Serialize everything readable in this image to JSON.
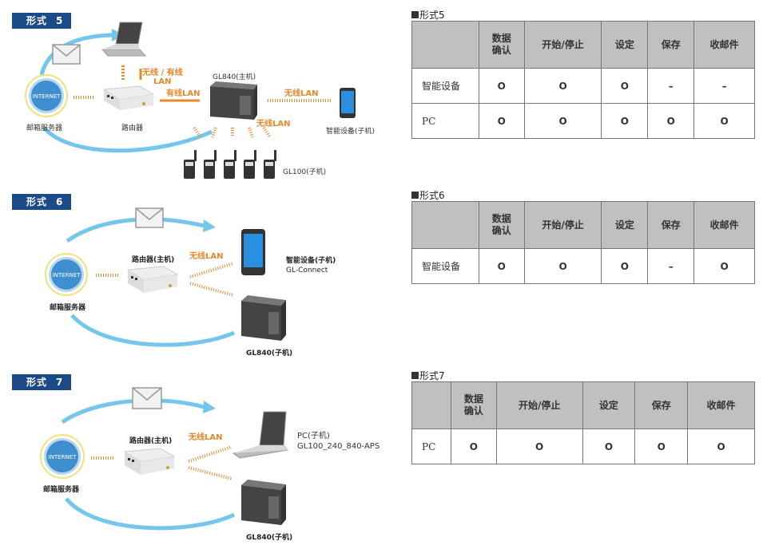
{
  "patterns": [
    {
      "id": "5",
      "badge": {
        "label": "形式",
        "number": "5"
      },
      "diagram": {
        "mail_server": "邮箱服务器",
        "internet": "INTERNET",
        "router": "路由器",
        "main_unit": "GL840(主机)",
        "link_pc": {
          "line1": "无线 / 有线",
          "line2": "LAN"
        },
        "link_wired": "有线LAN",
        "link_phone": "无线LAN",
        "link_gl100": "无线LAN",
        "phone": "智能设备(子机)",
        "gl100": "GL100(子机)"
      },
      "table": {
        "title": "形式5",
        "headers": [
          "",
          "数据\n确认",
          "开始/停止",
          "设定",
          "保存",
          "收邮件"
        ],
        "rows": [
          {
            "device": "智能设备",
            "values": [
              "O",
              "O",
              "O",
              "–",
              "–"
            ]
          },
          {
            "device": "PC",
            "values": [
              "O",
              "O",
              "O",
              "O",
              "O"
            ]
          }
        ]
      }
    },
    {
      "id": "6",
      "badge": {
        "label": "形式",
        "number": "6"
      },
      "diagram": {
        "mail_server": "邮箱服务器",
        "internet": "INTERNET",
        "router": "路由器(主机)",
        "link": "无线LAN",
        "phone_line1": "智能设备(子机)",
        "phone_line2": "GL-Connect",
        "gl840": "GL840(子机)"
      },
      "table": {
        "title": "形式6",
        "headers": [
          "",
          "数据\n确认",
          "开始/停止",
          "设定",
          "保存",
          "收邮件"
        ],
        "rows": [
          {
            "device": "智能设备",
            "values": [
              "O",
              "O",
              "O",
              "–",
              "O"
            ]
          }
        ]
      }
    },
    {
      "id": "7",
      "badge": {
        "label": "形式",
        "number": "7"
      },
      "diagram": {
        "mail_server": "邮箱服务器",
        "internet": "INTERNET",
        "router": "路由器(主机)",
        "link": "无线LAN",
        "pc_line1": "PC(子机)",
        "pc_line2": "GL100_240_840-APS",
        "gl840": "GL840(子机)"
      },
      "table": {
        "title": "形式7",
        "headers": [
          "",
          "数据\n确认",
          "开始/停止",
          "设定",
          "保存",
          "收邮件"
        ],
        "rows": [
          {
            "device": "PC",
            "values": [
              "O",
              "O",
              "O",
              "O",
              "O"
            ]
          }
        ]
      }
    }
  ],
  "colors": {
    "badge": "#1a4a87",
    "arrow": "#74c6ec",
    "link": "#e8882a",
    "table_header": "#c0c0c0",
    "table_border": "#767676"
  }
}
